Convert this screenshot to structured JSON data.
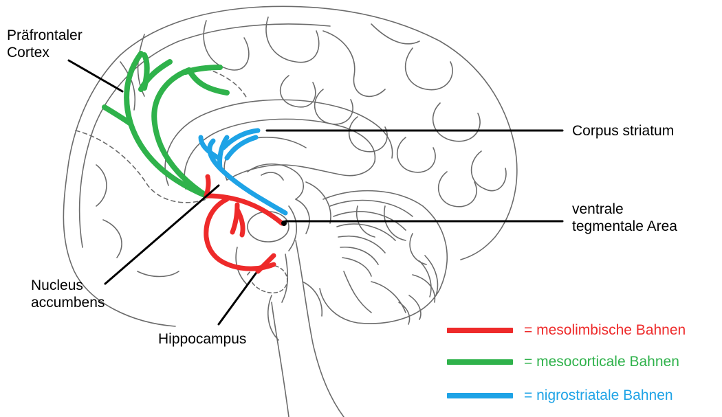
{
  "labels": {
    "prefrontal": [
      "Präfrontaler",
      "Cortex"
    ],
    "corpus_striatum": "Corpus striatum",
    "vta": [
      "ventrale",
      "tegmentale Area"
    ],
    "nucleus_accumbens": [
      "Nucleus",
      "accumbens"
    ],
    "hippocampus": "Hippocampus"
  },
  "legend": [
    {
      "key": "mesolimbic",
      "text": "= mesolimbische Bahnen",
      "color": "#ee2a2a"
    },
    {
      "key": "mesocortical",
      "text": "= mesocorticale Bahnen",
      "color": "#2fb24b"
    },
    {
      "key": "nigrostriatal",
      "text": "= nigrostriatale Bahnen",
      "color": "#1ea3e6"
    }
  ],
  "colors": {
    "outline": "#6b6b6b",
    "leader": "#000000",
    "mesolimbic": "#ee2a2a",
    "mesocortical": "#2fb24b",
    "nigrostriatal": "#1ea3e6"
  }
}
